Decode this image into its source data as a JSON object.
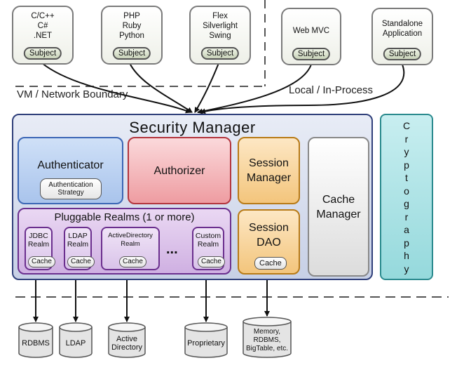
{
  "clients": [
    {
      "id": "native",
      "lines": [
        "C/C++",
        "C#",
        ".NET"
      ],
      "subject": "Subject"
    },
    {
      "id": "scripting",
      "lines": [
        "PHP",
        "Ruby",
        "Python"
      ],
      "subject": "Subject"
    },
    {
      "id": "rich",
      "lines": [
        "Flex",
        "Silverlight",
        "Swing"
      ],
      "subject": "Subject"
    },
    {
      "id": "webmvc",
      "lines": [
        "Web MVC"
      ],
      "subject": "Subject"
    },
    {
      "id": "standalone",
      "lines": [
        "Standalone",
        "Application"
      ],
      "subject": "Subject"
    }
  ],
  "boundaries": {
    "vm": "VM / Network Boundary",
    "local": "Local / In-Process"
  },
  "security_manager": {
    "title": "Security Manager",
    "authenticator": "Authenticator",
    "auth_strategy": [
      "Authentication",
      "Strategy"
    ],
    "authorizer": "Authorizer",
    "session_manager": [
      "Session",
      "Manager"
    ],
    "cache_manager": [
      "Cache",
      "Manager"
    ],
    "session_dao": [
      "Session",
      "DAO"
    ],
    "session_dao_cache": "Cache",
    "pluggable_realms": "Pluggable Realms (1 or more)",
    "ellipsis": "...",
    "realms": [
      {
        "lines": [
          "JDBC",
          "Realm"
        ],
        "cache": "Cache"
      },
      {
        "lines": [
          "LDAP",
          "Realm"
        ],
        "cache": "Cache"
      },
      {
        "lines": [
          "ActiveDirectory",
          "Realm"
        ],
        "cache": "Cache"
      },
      {
        "lines": [
          "Custom",
          "Realm"
        ],
        "cache": "Cache"
      }
    ]
  },
  "cryptography": [
    "C",
    "r",
    "y",
    "p",
    "t",
    "o",
    "g",
    "r",
    "a",
    "p",
    "h",
    "y"
  ],
  "stores": [
    {
      "lines": [
        "RDBMS"
      ]
    },
    {
      "lines": [
        "LDAP"
      ]
    },
    {
      "lines": [
        "Active",
        "Directory"
      ]
    },
    {
      "lines": [
        "Proprietary"
      ]
    },
    {
      "lines": [
        "Memory,",
        "RDBMS,",
        "BigTable, etc."
      ]
    }
  ]
}
